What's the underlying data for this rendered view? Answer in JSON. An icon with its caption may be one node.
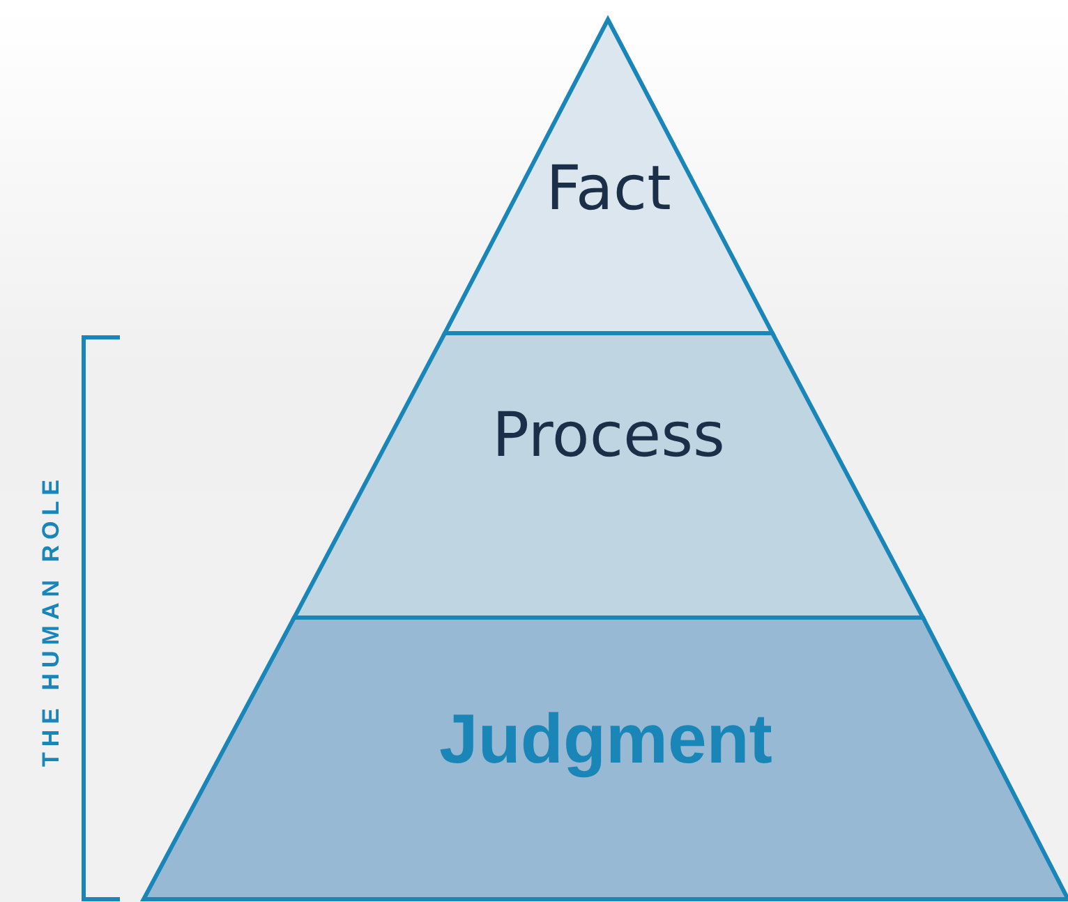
{
  "diagram": {
    "nodes": [
      {
        "text": [
          "Fact"
        ]
      },
      {
        "text": [
          "Process"
        ]
      },
      {
        "text": [
          "Judgment"
        ]
      }
    ],
    "labels": [
      "THE HUMAN ROLE"
    ]
  }
}
